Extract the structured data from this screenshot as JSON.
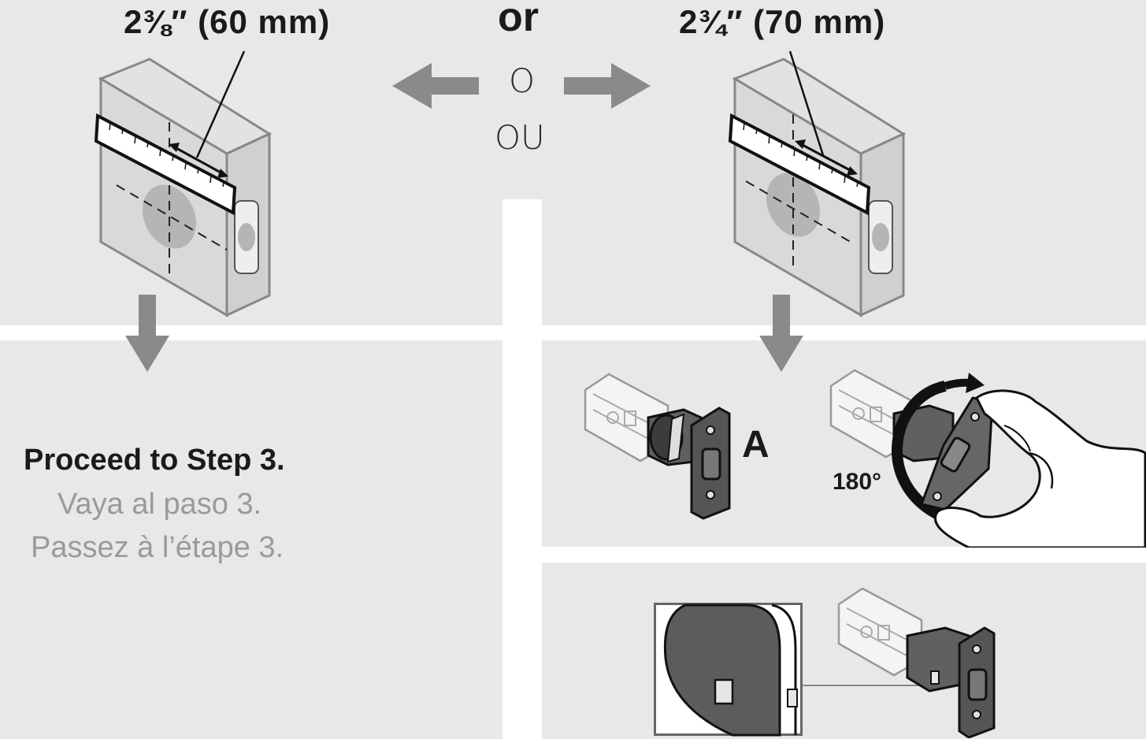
{
  "measurements": {
    "left": "2⅜″ (60 mm)",
    "right": "2¾″ (70 mm)"
  },
  "choice": {
    "english": "or",
    "spanish": "O",
    "french": "OU"
  },
  "proceed": {
    "english": "Proceed to Step 3.",
    "spanish": "Vaya al paso 3.",
    "french": "Passez à l’étape 3."
  },
  "latch_labels": {
    "option": "A",
    "rotation": "180°"
  },
  "colors": {
    "panel": "#e8e8e9",
    "arrow": "#8a8a8a",
    "door": "#d9d9d9",
    "latch_face": "#555555"
  }
}
